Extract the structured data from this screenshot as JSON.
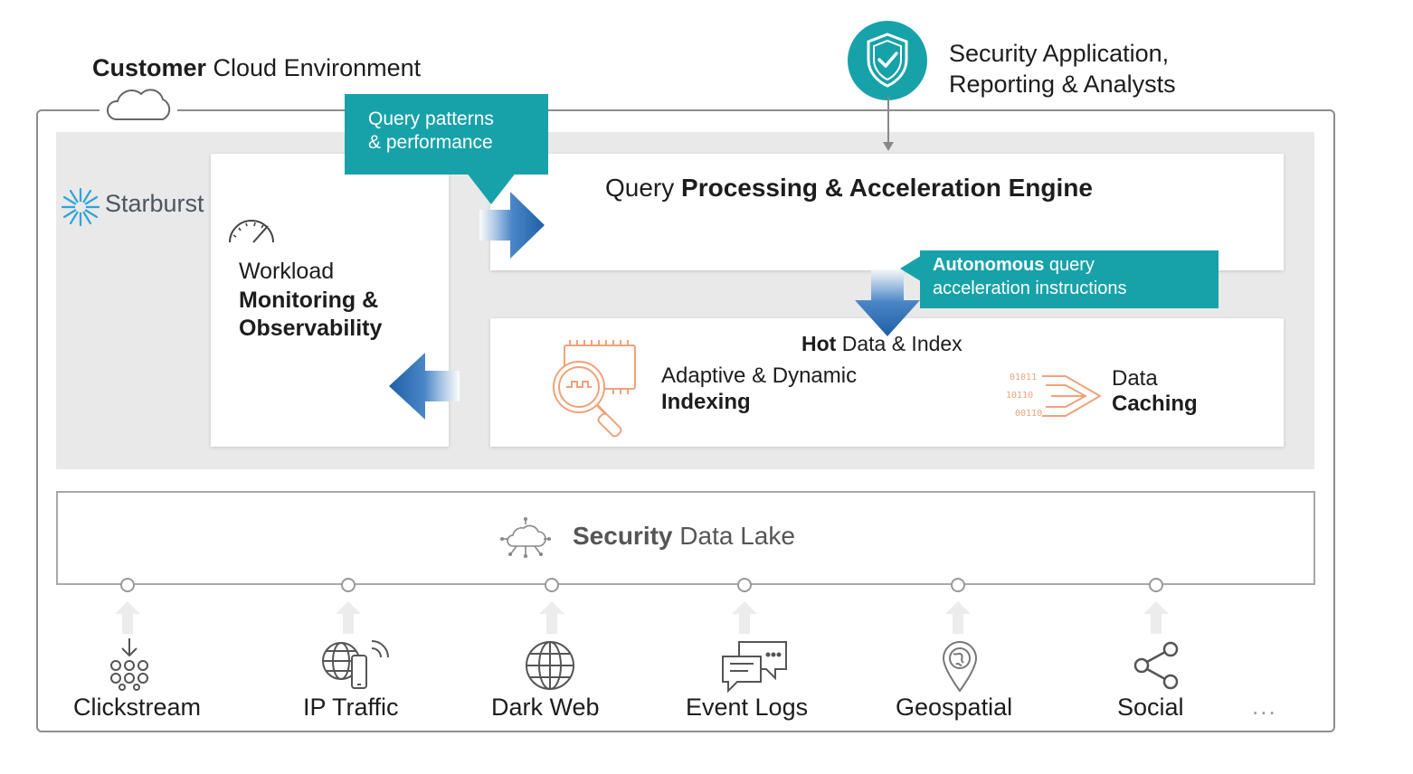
{
  "environment": {
    "title_bold": "Customer",
    "title_rest": " Cloud Environment"
  },
  "starburst": {
    "name": "Starburst"
  },
  "workload": {
    "line1": "Workload",
    "line2": "Monitoring &",
    "line3": "Observability"
  },
  "engine": {
    "title_plain": "Query ",
    "title_bold": "Processing & Acceleration Engine"
  },
  "callouts": {
    "query_patterns": {
      "line1": "Query patterns",
      "line2": "& performance"
    },
    "autonomous": {
      "line1_bold": "Autonomous",
      "line1_rest": " query",
      "line2": "acceleration instructions"
    }
  },
  "hot_data": {
    "title_bold": "Hot",
    "title_rest": " Data & Index",
    "indexing": {
      "line1": "Adaptive & Dynamic",
      "line2": "Indexing"
    },
    "caching": {
      "line1": "Data",
      "line2": "Caching"
    }
  },
  "security_app": {
    "line1": "Security Application,",
    "line2": "Reporting & Analysts"
  },
  "data_lake": {
    "title_bold": "Security",
    "title_rest": " Data Lake"
  },
  "sources": [
    {
      "label": "Clickstream",
      "icon": "clickstream-icon"
    },
    {
      "label": "IP Traffic",
      "icon": "ip-traffic-icon"
    },
    {
      "label": "Dark Web",
      "icon": "globe-icon"
    },
    {
      "label": "Event Logs",
      "icon": "chat-bubbles-icon"
    },
    {
      "label": "Geospatial",
      "icon": "map-pin-icon"
    },
    {
      "label": "Social",
      "icon": "share-icon"
    }
  ],
  "more": "...",
  "colors": {
    "teal": "#17a2a9",
    "arrow_blue": "#1f5fa8",
    "orange_icon": "#f0a27a",
    "grey_panel": "#e9e9e9"
  }
}
